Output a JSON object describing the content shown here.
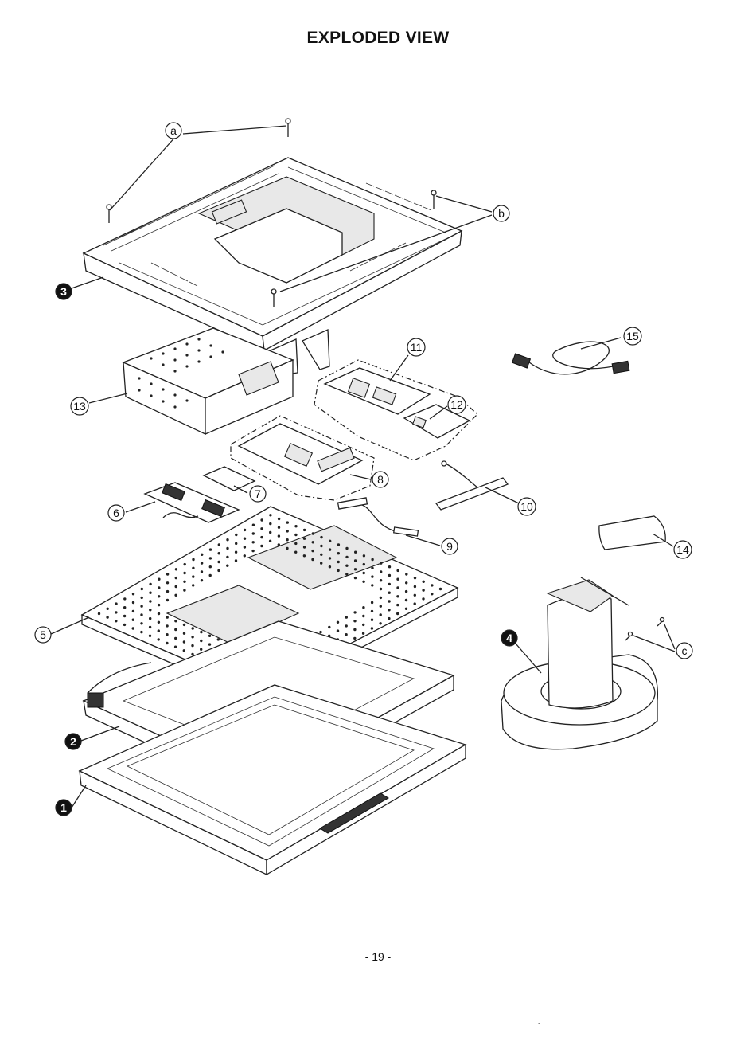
{
  "page": {
    "title": "EXPLODED VIEW",
    "page_number": "- 19 -",
    "stray_mark": "-"
  },
  "callouts": {
    "a": "a",
    "b": "b",
    "c": "c",
    "p1": "1",
    "p2": "2",
    "p3": "3",
    "p4": "4",
    "p5": "5",
    "p6": "6",
    "p7": "7",
    "p8": "8",
    "p9": "9",
    "p10": "10",
    "p11": "11",
    "p12": "12",
    "p13": "13",
    "p14": "14",
    "p15": "15"
  },
  "colors": {
    "ink": "#222222",
    "paper": "#ffffff"
  }
}
